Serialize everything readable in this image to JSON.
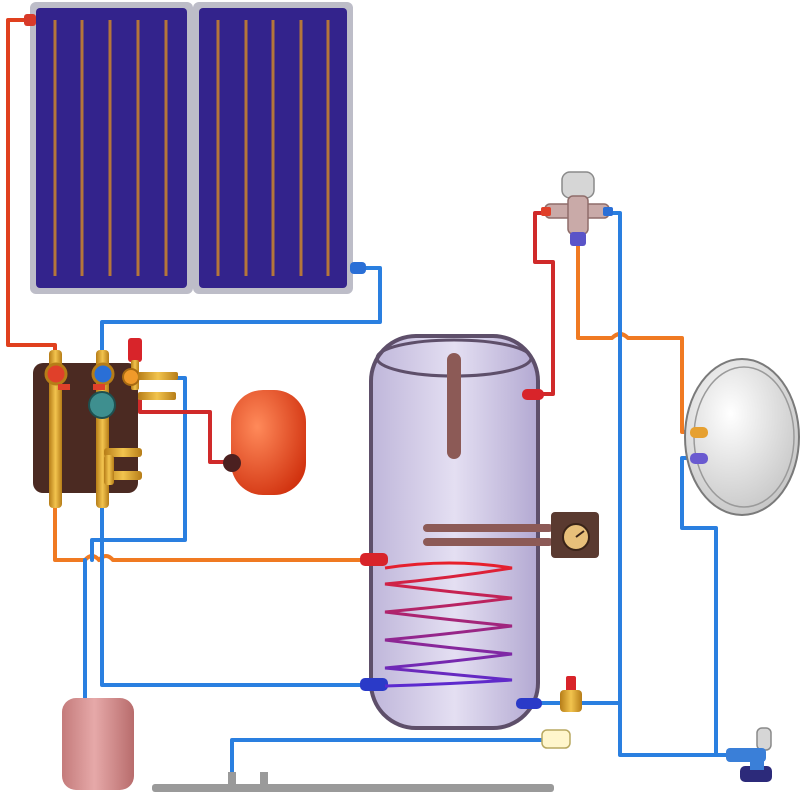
{
  "diagram": {
    "kind": "solar water heating system schematic",
    "colors": {
      "background": "#ffffff",
      "collector_panel": "#32248a",
      "collector_frame": "#b9b9c4",
      "absorber_fin": "#b5763a",
      "hot_pipe": "#e0401e",
      "warm_pipe": "#f07a22",
      "cold_pipe": "#2a7fe0",
      "red_pipe": "#d02a2a",
      "tank_fill": "#d9d3ec",
      "tank_outline": "#5e4f6a",
      "expansion_vessel": "#e8431f",
      "storage_vessel": "#d68a8a",
      "pump_station": "#4a2a22",
      "brass": "#d9a32a",
      "boiler_body": "#f0f0f0"
    },
    "components": [
      "solar-collector-left",
      "solar-collector-right",
      "pump-station",
      "circulation-pump",
      "safety-valve",
      "expansion-vessel",
      "storage-tank",
      "heat-exchanger-coil",
      "electric-heater-element",
      "thermostat",
      "thermostatic-mixing-valve",
      "wall-boiler",
      "drain-vessel",
      "safety-group",
      "cold-water-inlet-valve"
    ],
    "texts": []
  }
}
